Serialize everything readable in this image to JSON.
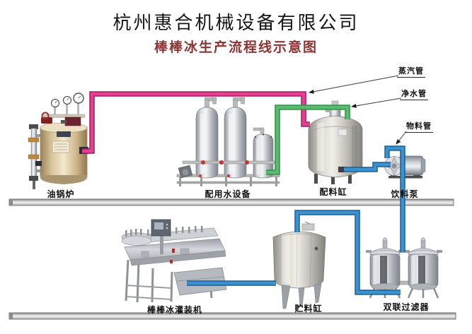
{
  "header": {
    "company_name": "杭州惠合机械设备有限公司",
    "diagram_title": "棒棒冰生产流程线示意图"
  },
  "colors": {
    "title": "#141414",
    "subtitle": "#8e3432",
    "steam_pipe": "#e2418e",
    "steam_pipe_border": "#a31c66",
    "clean_water_pipe": "#5abb6e",
    "clean_water_pipe_border": "#2f9049",
    "material_pipe": "#3a93cd",
    "material_pipe_border": "#1f5d94"
  },
  "pipe_labels": {
    "steam": "蒸汽管",
    "clean_water": "净水管",
    "material": "物料管"
  },
  "equipment": {
    "oil_boiler": "油锅炉",
    "water_treatment": "配用水设备",
    "mixing_tank": "配料缸",
    "beverage_pump": "饮料泵",
    "popsicle_filling_machine": "棒棒冰灌装机",
    "storage_tank": "贮料缸",
    "duplex_filter": "双联过滤器"
  }
}
